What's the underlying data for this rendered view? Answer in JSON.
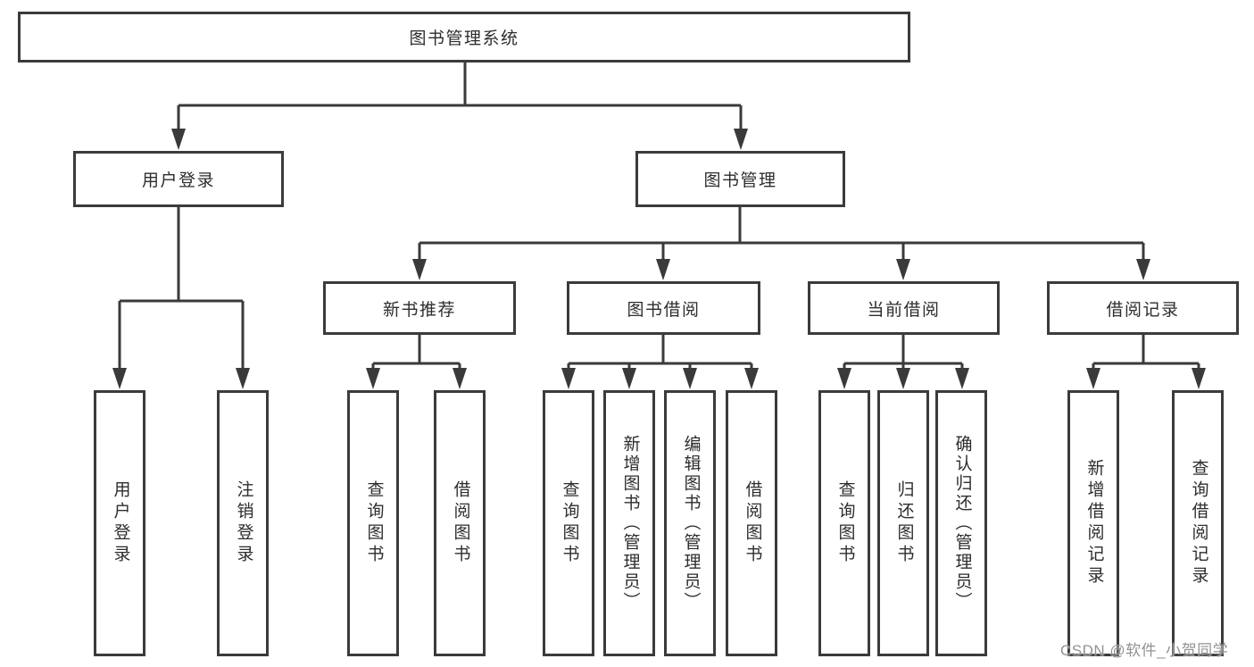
{
  "diagram": {
    "title": "图书管理系统",
    "type": "hierarchy-tree",
    "nodes": {
      "root": {
        "label": "图书管理系统"
      },
      "user_login": {
        "label": "用户登录"
      },
      "book_mgmt": {
        "label": "图书管理"
      },
      "new_book_rec": {
        "label": "新书推荐"
      },
      "book_borrow": {
        "label": "图书借阅"
      },
      "current_borrow": {
        "label": "当前借阅"
      },
      "borrow_records": {
        "label": "借阅记录"
      },
      "leaf_user_login": {
        "label": "用户登录"
      },
      "leaf_logout": {
        "label": "注销登录"
      },
      "leaf_query_book_rec": {
        "label": "查询图书"
      },
      "leaf_borrow_book_rec": {
        "label": "借阅图书"
      },
      "leaf_query_book_borrow": {
        "label": "查询图书"
      },
      "leaf_add_book": {
        "label": "新增图书（管理员）"
      },
      "leaf_edit_book": {
        "label": "编辑图书（管理员）"
      },
      "leaf_borrow_book": {
        "label": "借阅图书"
      },
      "leaf_query_book_current": {
        "label": "查询图书"
      },
      "leaf_return_book": {
        "label": "归还图书"
      },
      "leaf_confirm_return": {
        "label": "确认归还（管理员）"
      },
      "leaf_add_borrow_record": {
        "label": "新增借阅记录"
      },
      "leaf_query_borrow_record": {
        "label": "查询借阅记录"
      }
    },
    "structure": {
      "root": [
        "user_login",
        "book_mgmt"
      ],
      "user_login": [
        "leaf_user_login",
        "leaf_logout"
      ],
      "book_mgmt": [
        "new_book_rec",
        "book_borrow",
        "current_borrow",
        "borrow_records"
      ],
      "new_book_rec": [
        "leaf_query_book_rec",
        "leaf_borrow_book_rec"
      ],
      "book_borrow": [
        "leaf_query_book_borrow",
        "leaf_add_book",
        "leaf_edit_book",
        "leaf_borrow_book"
      ],
      "current_borrow": [
        "leaf_query_book_current",
        "leaf_return_book",
        "leaf_confirm_return"
      ],
      "borrow_records": [
        "leaf_add_borrow_record",
        "leaf_query_borrow_record"
      ]
    },
    "colors": {
      "line": "#3a3a3a",
      "border": "#3b3b3b",
      "text": "#2d2d2d",
      "background": "#ffffff",
      "watermark_text": "#929292"
    }
  },
  "watermark": {
    "text": "CSDN @软件_小贺同学"
  }
}
